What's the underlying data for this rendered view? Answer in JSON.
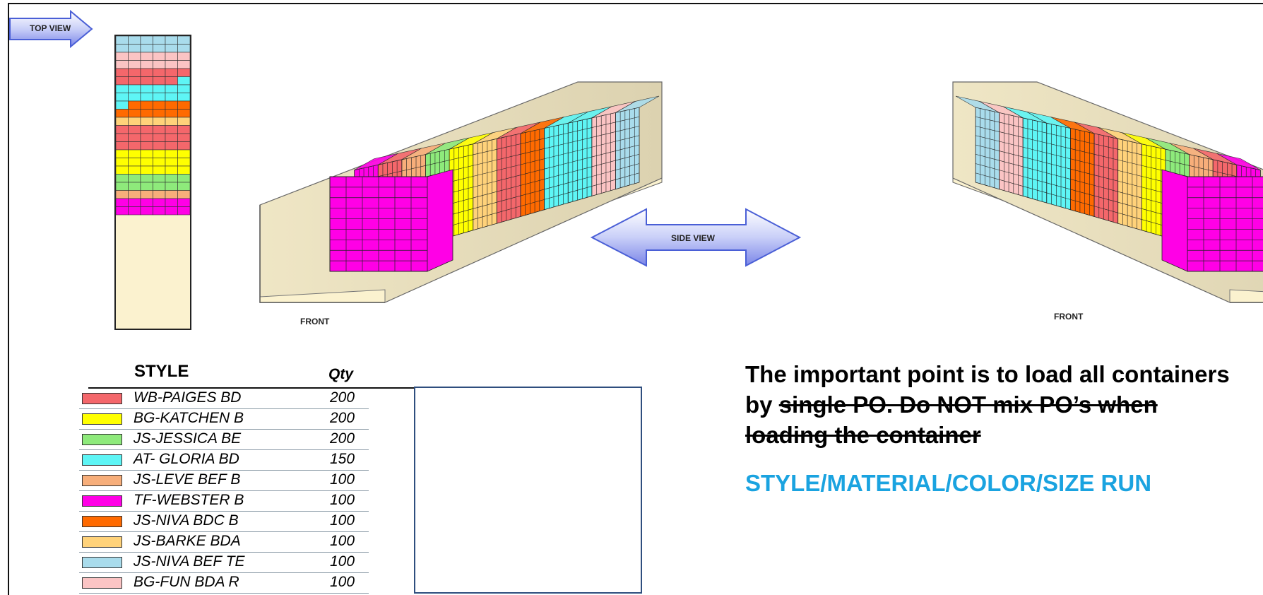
{
  "labels": {
    "top_view": "TOP VIEW",
    "side_view": "SIDE VIEW",
    "front_left": "FRONT",
    "front_right": "FRONT"
  },
  "legend": {
    "style_header": "STYLE",
    "qty_header": "Qty",
    "rows": [
      {
        "name": "WB-PAIGES BD",
        "qty": "200",
        "color": "#f4676b"
      },
      {
        "name": "BG-KATCHEN B",
        "qty": "200",
        "color": "#ffff00"
      },
      {
        "name": "JS-JESSICA  BE",
        "qty": "200",
        "color": "#8eea7b"
      },
      {
        "name": "AT- GLORIA BD",
        "qty": "150",
        "color": "#5ef5f5"
      },
      {
        "name": "JS-LEVE BEF B",
        "qty": "100",
        "color": "#f7ae7a"
      },
      {
        "name": "TF-WEBSTER B",
        "qty": "100",
        "color": "#ff00e6"
      },
      {
        "name": "JS-NIVA BDC B",
        "qty": "100",
        "color": "#ff6a00"
      },
      {
        "name": "JS-BARKE BDA",
        "qty": "100",
        "color": "#ffd27a"
      },
      {
        "name": "JS-NIVA BEF TE",
        "qty": "100",
        "color": "#a9dcec"
      },
      {
        "name": "BG-FUN BDA R",
        "qty": "100",
        "color": "#fbc4c4"
      }
    ]
  },
  "note": {
    "text_plain": "The important point is to load all containers by ",
    "text_strike": "single PO. Do NOT mix PO’s when loading the container"
  },
  "run_text": "STYLE/MATERIAL/COLOR/SIZE RUN",
  "colors": {
    "container_fill": "#fbf2cf",
    "arrow_fill": "#c8cdf7",
    "arrow_stroke": "#4a5fd6"
  }
}
